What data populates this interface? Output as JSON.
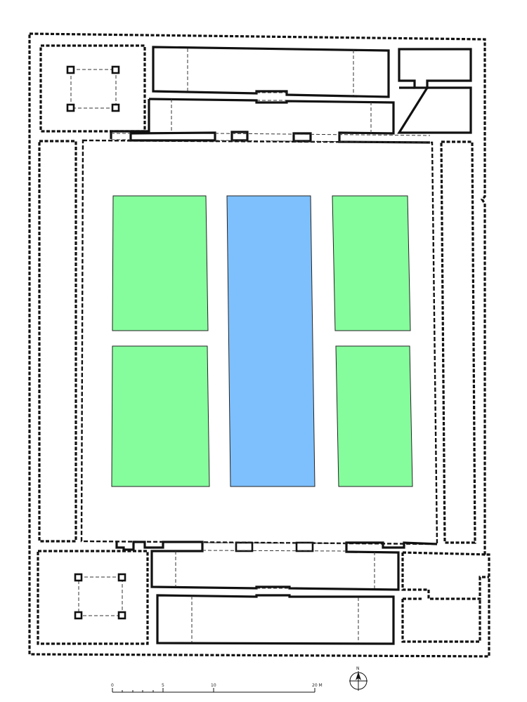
{
  "colors": {
    "garden_bed": "#86fd9d",
    "water_channel": "#7ec0fd",
    "wall": "#111111",
    "background": "#ffffff"
  },
  "scale_bar": {
    "ticks": [
      "0",
      "5",
      "10",
      "20 M"
    ]
  },
  "north_arrow": {
    "label": "N"
  }
}
